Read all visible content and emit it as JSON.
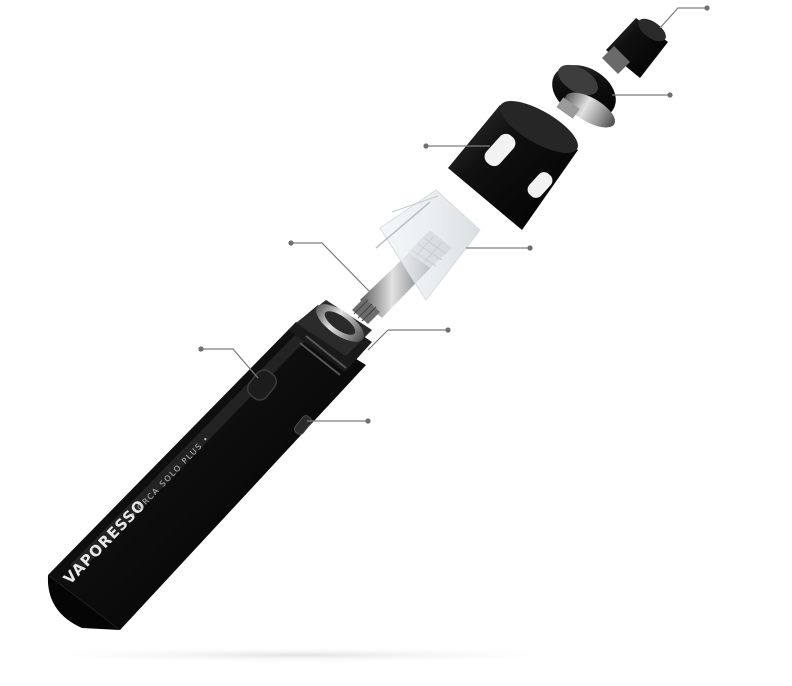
{
  "product": {
    "brand": "VAPORESSO",
    "model": "• ORCA SOLO PLUS •"
  },
  "colors": {
    "body": "#0d0d0d",
    "metal": "#9a9a9a",
    "glass": "#e9eef0",
    "leader": "#7d7d7d"
  },
  "parts": [
    {
      "name": "drip-tip",
      "icon": "drip-tip-icon"
    },
    {
      "name": "top-cap",
      "icon": "top-cap-icon"
    },
    {
      "name": "tank-sleeve",
      "icon": "sleeve-icon"
    },
    {
      "name": "glass-tank",
      "icon": "glass-icon"
    },
    {
      "name": "coil",
      "icon": "coil-icon"
    },
    {
      "name": "tank-base",
      "icon": "base-icon"
    },
    {
      "name": "fire-button",
      "icon": "button-icon"
    },
    {
      "name": "charging-port",
      "icon": "usb-port-icon"
    }
  ]
}
